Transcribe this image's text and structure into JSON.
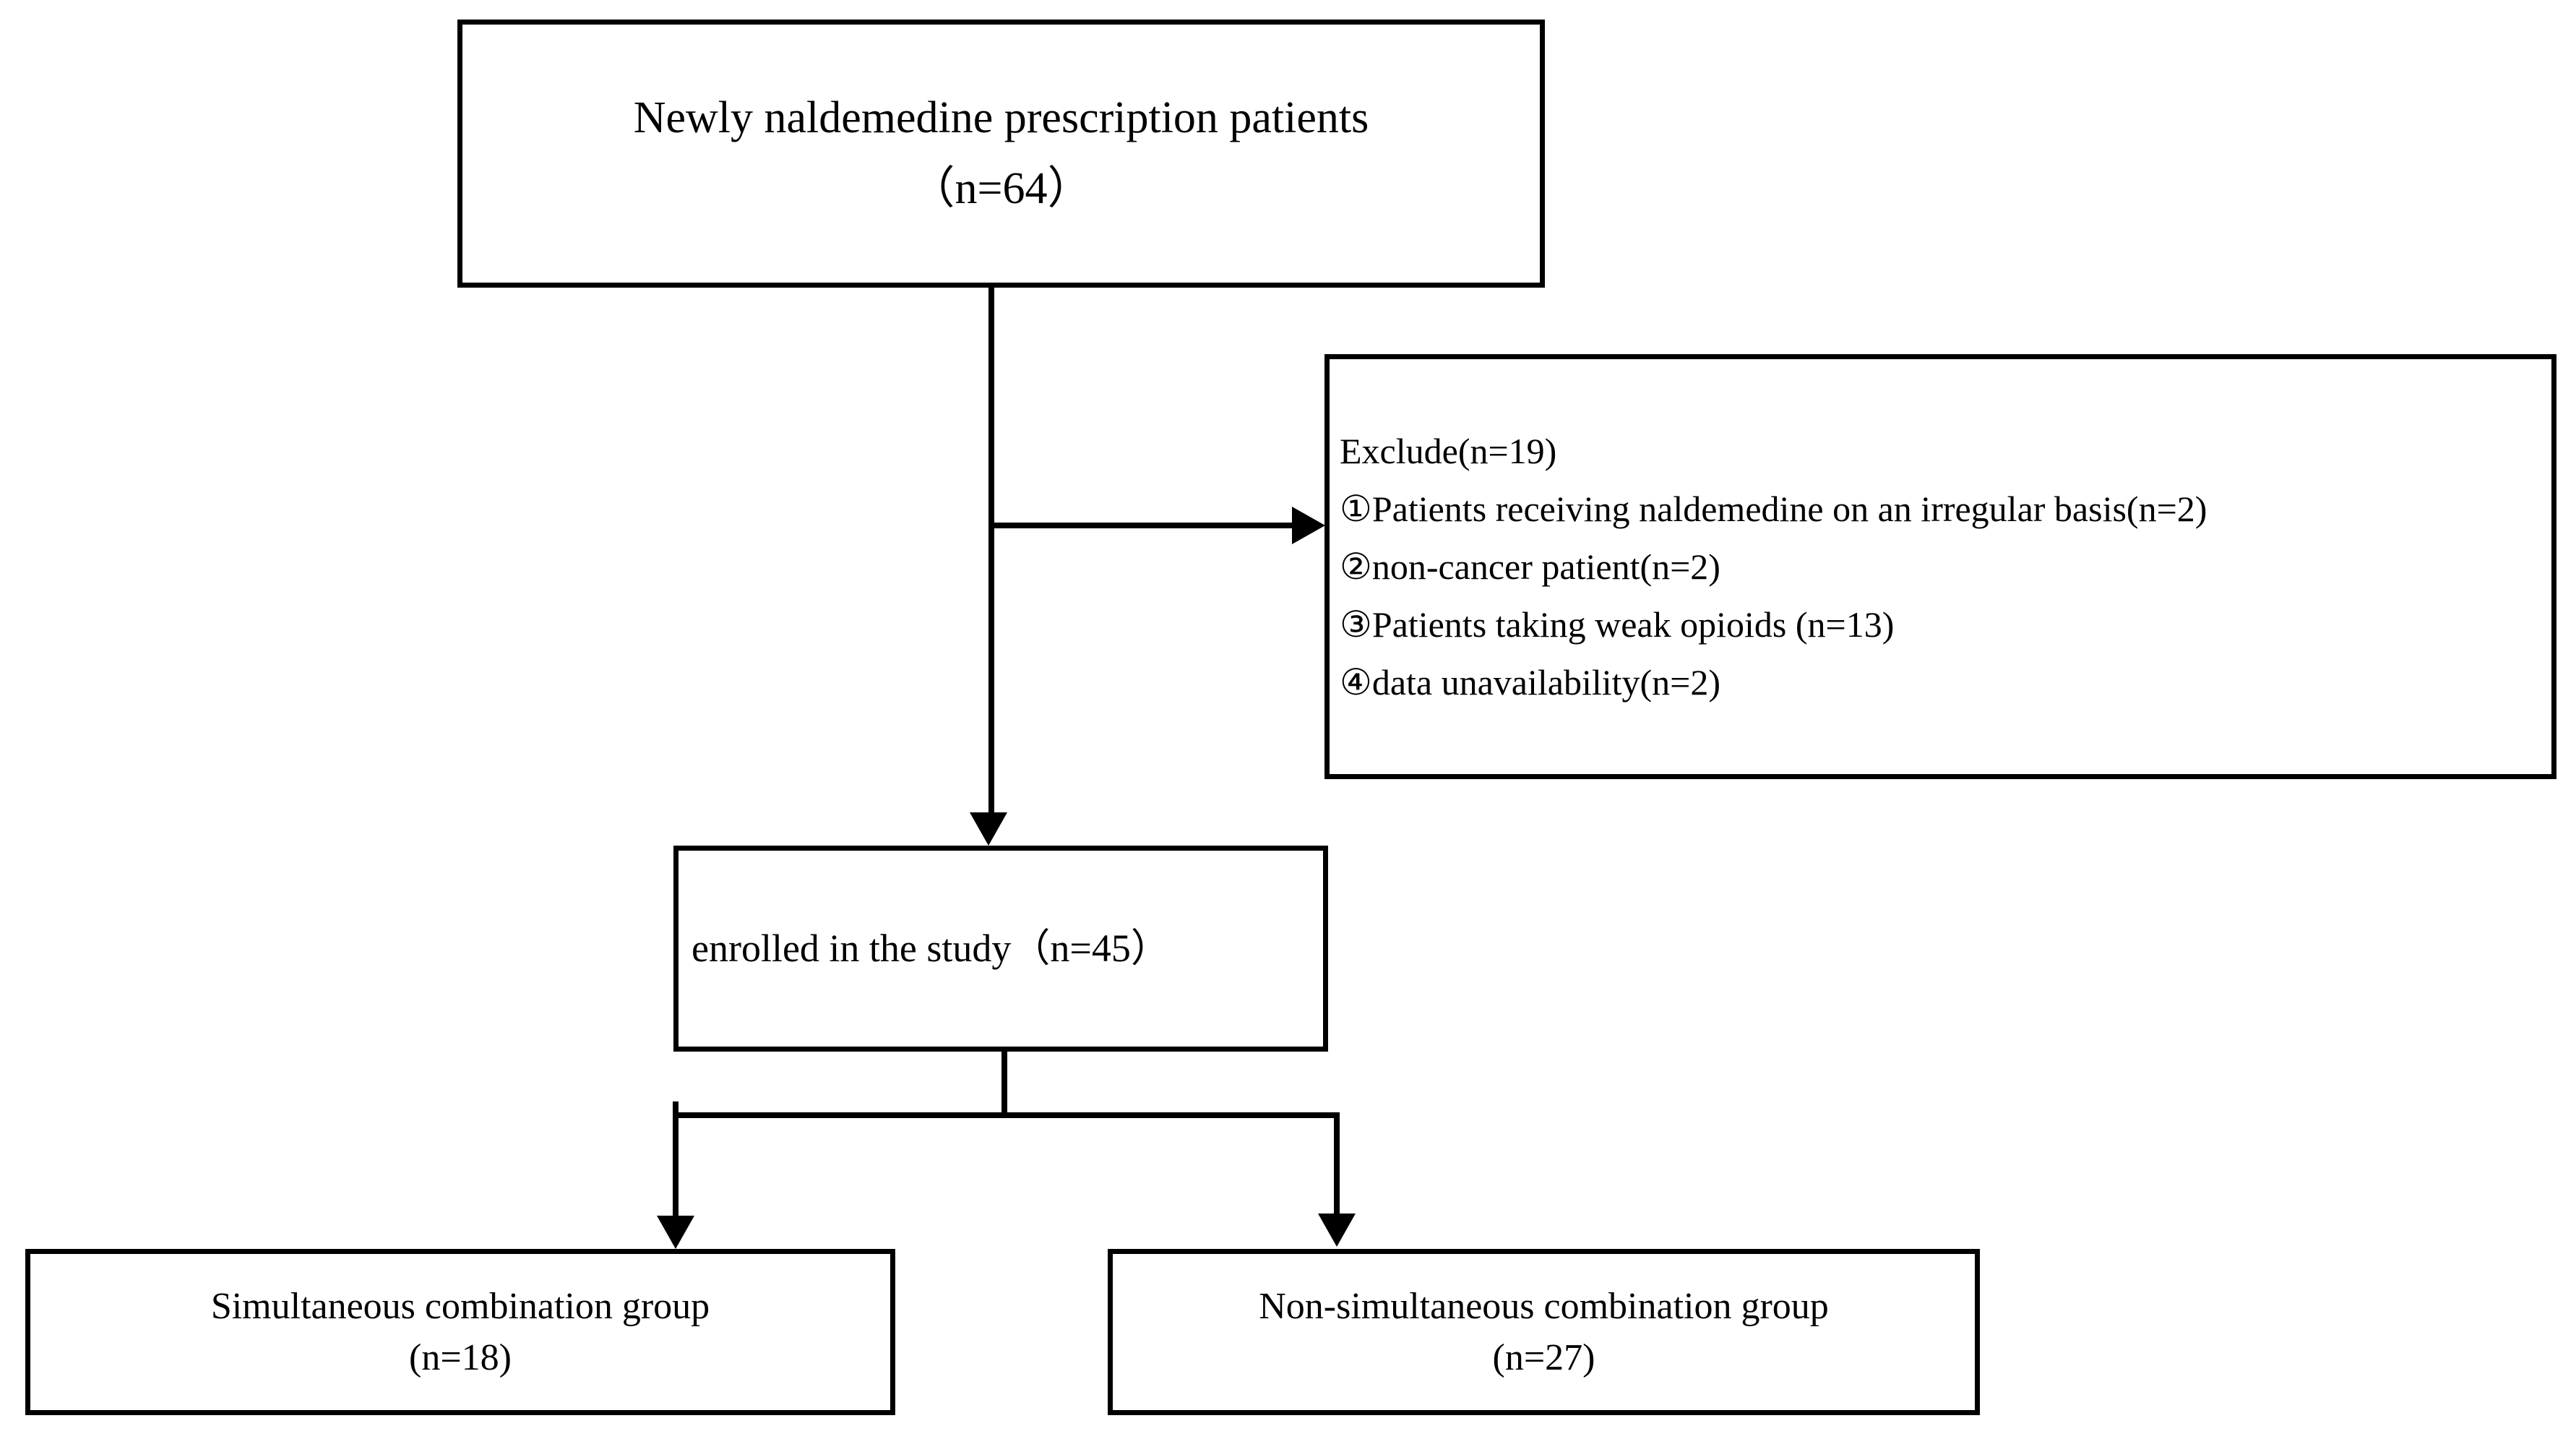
{
  "diagram": {
    "type": "flowchart",
    "title": "Patient enrollment flow diagram",
    "nodes": {
      "top": {
        "line1": "Newly naldemedine prescription patients",
        "line2": "（n=64）",
        "n": 64
      },
      "exclude": {
        "title": "Exclude(n=19)",
        "n": 19,
        "items": [
          "①Patients receiving naldemedine on an irregular basis(n=2)",
          "②non-cancer patient(n=2)",
          "③Patients taking weak opioids (n=13)",
          "④data unavailability(n=2)"
        ]
      },
      "enrolled": {
        "line1": "enrolled in the study（n=45）",
        "n": 45
      },
      "simultaneous": {
        "line1": "Simultaneous combination group",
        "line2": "(n=18)",
        "n": 18
      },
      "non_simultaneous": {
        "line1": "Non-simultaneous combination group",
        "line2": "(n=27)",
        "n": 27
      }
    },
    "colors": {
      "stroke": "#000000",
      "background": "#ffffff",
      "text": "#000000"
    }
  }
}
